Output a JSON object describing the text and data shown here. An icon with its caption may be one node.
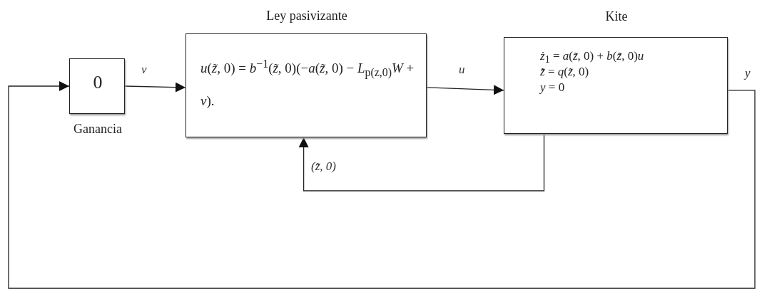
{
  "diagram": {
    "nodes": [
      {
        "text": [
          "0"
        ],
        "beside": [
          "Ganancia"
        ]
      },
      {
        "text": [
          "Ley pasivizante",
          "*u*(*z̃*, 0) = *b*$^{−1}$(*z̃*, 0)(−*a*(*z̃*, 0) − *L*$_{p(z,0)}$*W* + *v*)."
        ]
      },
      {
        "text": [
          "Kite",
          "*ż*$_{1}$ = *a*(*z̃*, 0) + *b*(*z̃*, 0)*u*",
          "*z̃̇* = *q*(*z̃*, 0)",
          "*y* = 0"
        ]
      }
    ],
    "edges": [
      {
        "from": 0,
        "to": 1,
        "arrow": "to",
        "label": "v"
      },
      {
        "from": 1,
        "to": 2,
        "arrow": "to",
        "label": "u"
      },
      {
        "from": 2,
        "to": 1,
        "arrow": "to",
        "label": "(z̃, 0)"
      },
      {
        "from": 2,
        "to": 0,
        "arrow": "to",
        "label": "y"
      }
    ]
  }
}
